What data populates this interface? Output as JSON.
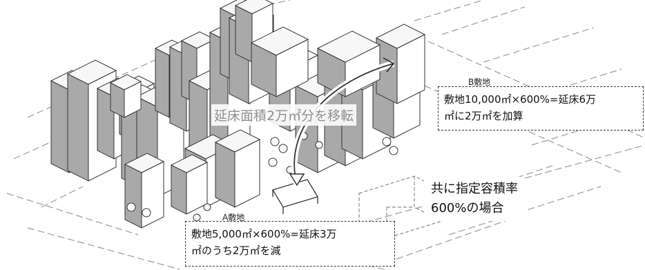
{
  "site_a": {
    "name": "A敷地",
    "line1": "敷地5,000㎡×600%=延床3万",
    "line2": "㎡のうち2万㎡を減"
  },
  "site_b": {
    "name": "B敷地",
    "line1": "敷地10,000㎡×600%=延床6万",
    "line2": "㎡に2万㎡を加算"
  },
  "transfer_label": "延床面積2万㎡分を移転",
  "ratio_note": {
    "line1": "共に指定容積率",
    "line2": "600%の場合"
  },
  "colors": {
    "building_side": "#a9a9a9",
    "building_front": "#ffffff",
    "outline": "#333333",
    "street": "#9a9a9a",
    "center_text": "#8e8e8e"
  }
}
